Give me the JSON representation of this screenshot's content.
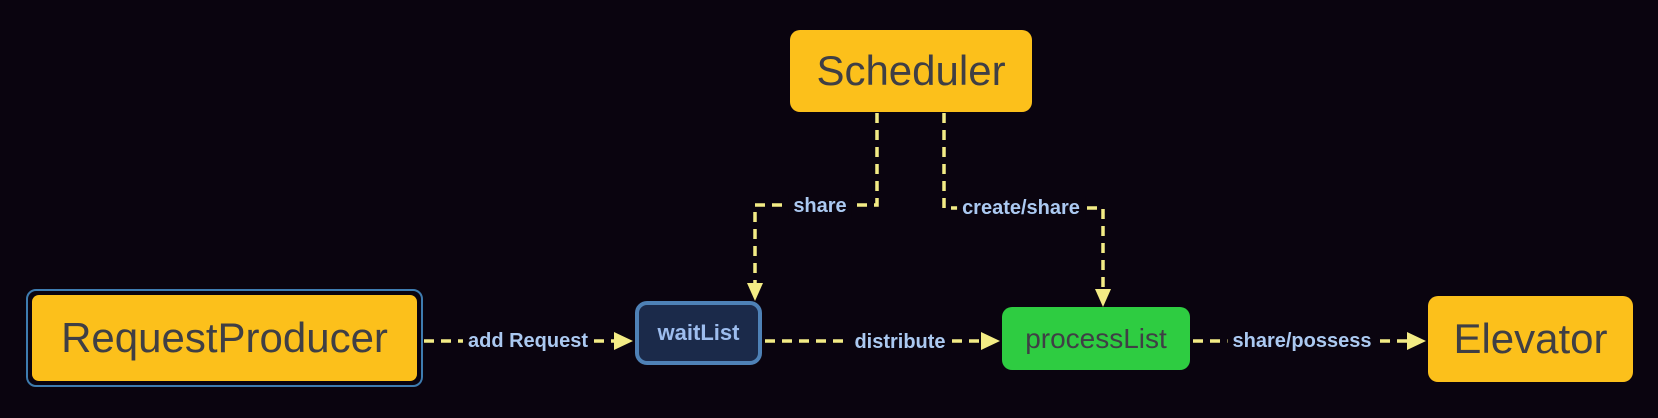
{
  "diagram": {
    "background_color": "#0a040f",
    "edge_line_color": "#f3ec85",
    "edge_label_color": "#abc9f1",
    "nodes": {
      "scheduler": {
        "label": "Scheduler",
        "fill": "#fcc01b",
        "text_color": "#3f3f45"
      },
      "request_producer": {
        "label": "RequestProducer",
        "fill": "#fcc01b",
        "text_color": "#3f3f45",
        "selected": true,
        "selection_color": "#3e7cb0"
      },
      "wait_list": {
        "label": "waitList",
        "fill": "#1b2a4a",
        "border_color": "#4e81b6",
        "text_color": "#9dbdee"
      },
      "process_list": {
        "label": "processList",
        "fill": "#2ecc41",
        "text_color": "#3f3f45"
      },
      "elevator": {
        "label": "Elevator",
        "fill": "#fcc01b",
        "text_color": "#3f3f45"
      }
    },
    "edges": [
      {
        "from": "request_producer",
        "to": "wait_list",
        "label": "add Request",
        "style": "dashed-arrow"
      },
      {
        "from": "wait_list",
        "to": "process_list",
        "label": "distribute",
        "style": "dashed-arrow"
      },
      {
        "from": "process_list",
        "to": "elevator",
        "label": "share/possess",
        "style": "dashed-arrow"
      },
      {
        "from": "scheduler",
        "to": "wait_list",
        "label": "share",
        "style": "dashed-arrow"
      },
      {
        "from": "scheduler",
        "to": "process_list",
        "label": "create/share",
        "style": "dashed-arrow"
      }
    ]
  }
}
